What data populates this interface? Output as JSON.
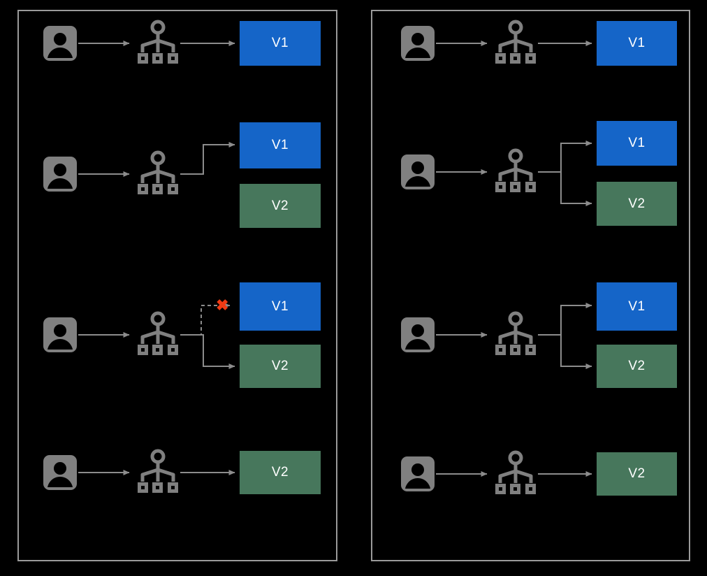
{
  "diagram": {
    "background_color": "#000000",
    "panel_border_color": "#9a9a9a",
    "line_color": "#8c8c8c",
    "icon_color": "#808080",
    "v1_color": "#1565c8",
    "v2_color": "#47775c",
    "blocked_marker_color": "#ef3b14",
    "blocked_marker_glyph": "✖"
  },
  "panels": [
    {
      "id": "left",
      "name": "left-panel",
      "rows": [
        {
          "id": "l1",
          "user_icon": "person-icon",
          "router_icon": "hierarchy-icon",
          "targets": [
            {
              "label": "V1",
              "variant": "v1",
              "routed": true,
              "blocked": false
            }
          ]
        },
        {
          "id": "l2",
          "user_icon": "person-icon",
          "router_icon": "hierarchy-icon",
          "targets": [
            {
              "label": "V1",
              "variant": "v1",
              "routed": true,
              "blocked": false
            },
            {
              "label": "V2",
              "variant": "v2",
              "routed": false,
              "blocked": false
            }
          ]
        },
        {
          "id": "l3",
          "user_icon": "person-icon",
          "router_icon": "hierarchy-icon",
          "targets": [
            {
              "label": "V1",
              "variant": "v1",
              "routed": true,
              "blocked": true
            },
            {
              "label": "V2",
              "variant": "v2",
              "routed": true,
              "blocked": false
            }
          ]
        },
        {
          "id": "l4",
          "user_icon": "person-icon",
          "router_icon": "hierarchy-icon",
          "targets": [
            {
              "label": "V2",
              "variant": "v2",
              "routed": true,
              "blocked": false
            }
          ]
        }
      ]
    },
    {
      "id": "right",
      "name": "right-panel",
      "rows": [
        {
          "id": "r1",
          "user_icon": "person-icon",
          "router_icon": "hierarchy-icon",
          "targets": [
            {
              "label": "V1",
              "variant": "v1",
              "routed": true,
              "blocked": false
            }
          ]
        },
        {
          "id": "r2",
          "user_icon": "person-icon",
          "router_icon": "hierarchy-icon",
          "targets": [
            {
              "label": "V1",
              "variant": "v1",
              "routed": true,
              "blocked": false
            },
            {
              "label": "V2",
              "variant": "v2",
              "routed": true,
              "blocked": false
            }
          ]
        },
        {
          "id": "r3",
          "user_icon": "person-icon",
          "router_icon": "hierarchy-icon",
          "targets": [
            {
              "label": "V1",
              "variant": "v1",
              "routed": true,
              "blocked": false
            },
            {
              "label": "V2",
              "variant": "v2",
              "routed": true,
              "blocked": false
            }
          ]
        },
        {
          "id": "r4",
          "user_icon": "person-icon",
          "router_icon": "hierarchy-icon",
          "targets": [
            {
              "label": "V2",
              "variant": "v2",
              "routed": true,
              "blocked": false
            }
          ]
        }
      ]
    }
  ],
  "labels": {
    "l1_v1": "V1",
    "l2_v1": "V1",
    "l2_v2": "V2",
    "l3_v1": "V1",
    "l3_v2": "V2",
    "l4_v2": "V2",
    "r1_v1": "V1",
    "r2_v1": "V1",
    "r2_v2": "V2",
    "r3_v1": "V1",
    "r3_v2": "V2",
    "r4_v2": "V2",
    "blocked_x": "✖"
  }
}
